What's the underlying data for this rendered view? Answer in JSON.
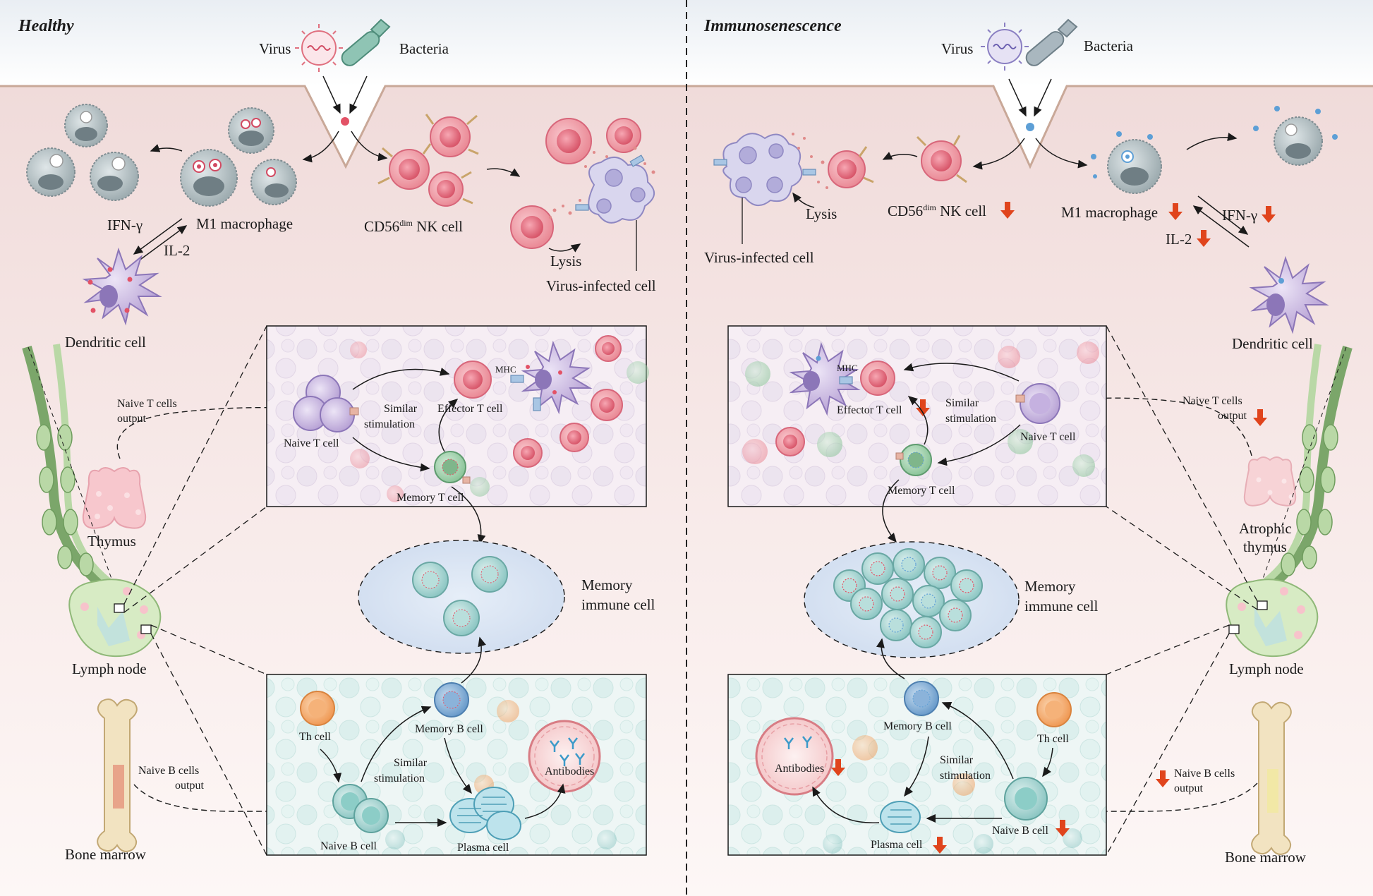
{
  "panels": {
    "healthy": {
      "title": "Healthy",
      "pathogens": {
        "virus": "Virus",
        "bacteria": "Bacteria"
      },
      "ifn": "IFN-γ",
      "il2": "IL-2",
      "m1": "M1 macrophage",
      "nk_prefix": "CD56",
      "nk_sup": "dim",
      "nk_suffix": " NK cell",
      "lysis": "Lysis",
      "virus_infected": "Virus-infected cell",
      "dendritic": "Dendritic cell",
      "naive_t_output_1": "Naive T cells",
      "naive_t_output_2": "output",
      "thymus": "Thymus",
      "lymph": "Lymph node",
      "naive_b_output_1": "Naive B cells",
      "naive_b_output_2": "output",
      "bone_marrow": "Bone marrow",
      "tbox": {
        "naive_t": "Naive T cell",
        "similar_1": "Similar",
        "similar_2": "stimulation",
        "effector_t": "Effector T cell",
        "mhc": "MHC",
        "memory_t": "Memory T cell"
      },
      "memory_1": "Memory",
      "memory_2": "immune cell",
      "bbox": {
        "th": "Th cell",
        "memory_b": "Memory B cell",
        "similar_1": "Similar",
        "similar_2": "stimulation",
        "antibodies": "Antibodies",
        "naive_b": "Naive B cell",
        "plasma": "Plasma cell"
      }
    },
    "senescence": {
      "title": "Immunosenescence",
      "pathogens": {
        "virus": "Virus",
        "bacteria": "Bacteria"
      },
      "lysis": "Lysis",
      "virus_infected": "Virus-infected cell",
      "nk_prefix": "CD56",
      "nk_sup": "dim",
      "nk_suffix": " NK cell",
      "m1": "M1 macrophage",
      "ifn": "IFN-γ",
      "il2": "IL-2",
      "dendritic": "Dendritic cell",
      "naive_t_output_1": "Naive T cells",
      "naive_t_output_2": "output",
      "thymus_1": "Atrophic",
      "thymus_2": "thymus",
      "lymph": "Lymph node",
      "naive_b_output_1": "Naive B cells",
      "naive_b_output_2": "output",
      "bone_marrow": "Bone marrow",
      "tbox": {
        "mhc": "MHC",
        "effector_t": "Effector T cell",
        "similar_1": "Similar",
        "similar_2": "stimulation",
        "naive_t": "Naive T cell",
        "memory_t": "Memory T cell"
      },
      "memory_1": "Memory",
      "memory_2": "immune cell",
      "bbox": {
        "memory_b": "Memory B cell",
        "th": "Th cell",
        "similar_1": "Similar",
        "similar_2": "stimulation",
        "antibodies": "Antibodies",
        "plasma": "Plasma cell",
        "naive_b": "Naive B cell"
      }
    }
  },
  "colors": {
    "tissue_top": "#f3e0df",
    "tissue_bottom": "#fbf3f2",
    "down_arrow": "#e0441c",
    "nk_pink": "#e77a86",
    "macrophage_gray": "#b8c3c6",
    "dendritic_purple": "#c6b3dc",
    "memory_teal": "#9fcfcc",
    "th_orange": "#f4a868",
    "bone": "#e9d4a6"
  }
}
